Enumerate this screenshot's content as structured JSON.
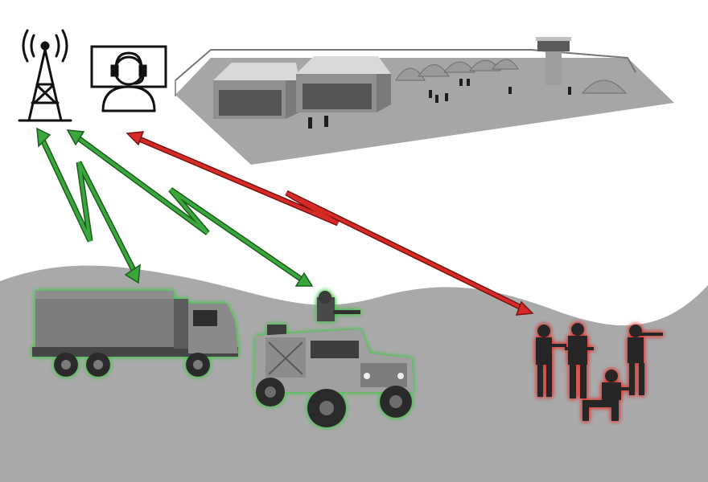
{
  "scene": {
    "description_free": true,
    "colors": {
      "background": "#ffffff",
      "ground": "#a9a9a9",
      "base_pad": "#a6a6a6",
      "link_friendly": "#3aa63c",
      "link_hostile": "#d62a26",
      "friendly_glow": "#47c44a",
      "hostile_glow": "#e0352f"
    },
    "icons": {
      "tower": "radio-tower-icon",
      "operator": "operator-headset-icon",
      "base": "military-base-illustration",
      "truck": "cargo-truck-icon",
      "humvee": "armored-humvee-icon",
      "hostiles": "hostile-soldiers-icon"
    },
    "links": [
      {
        "from": "tower",
        "to": "truck",
        "status": "friendly"
      },
      {
        "from": "tower",
        "to": "humvee",
        "status": "friendly"
      },
      {
        "from": "operator",
        "to": "hostiles",
        "status": "hostile"
      }
    ]
  }
}
